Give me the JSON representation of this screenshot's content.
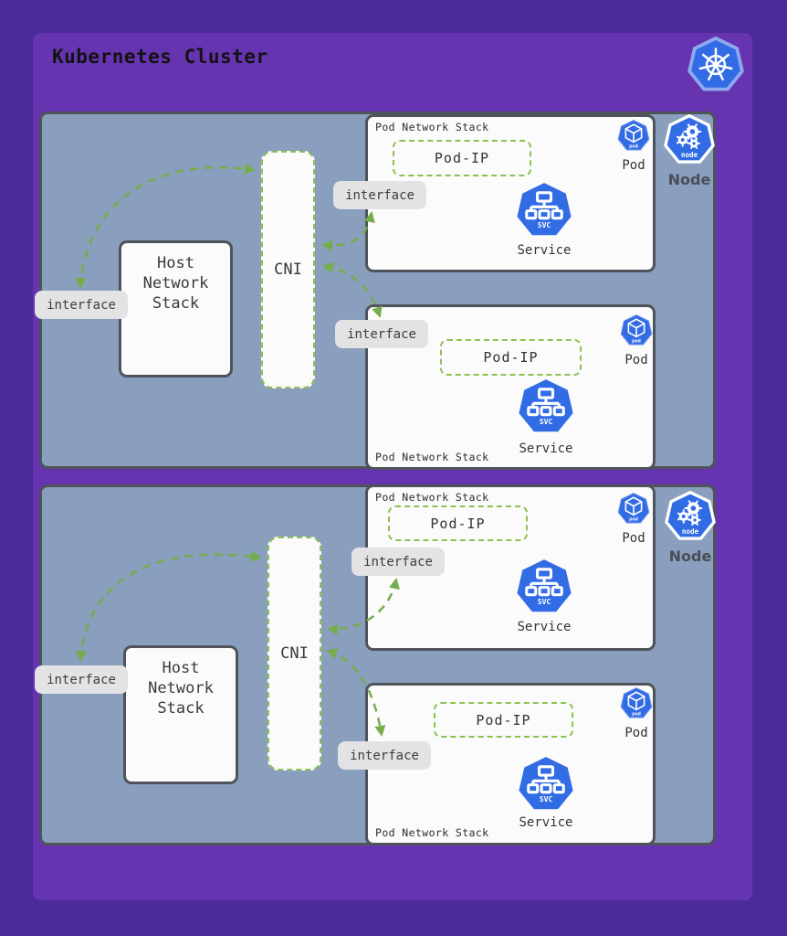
{
  "title": "Kubernetes Cluster",
  "header": {
    "logo_icon": "kubernetes-helm-wheel-icon"
  },
  "colors": {
    "background": "#4A2B98",
    "panel": "#6634B1",
    "node_fill": "#8A9EBE",
    "box_border": "#4F545A",
    "box_fill": "#FBFBFB",
    "arrow_green": "#76AD4B",
    "dash_green": "#8CC152",
    "interface_fill": "#E3E3E5",
    "kubernetes_blue": "#326CE5"
  },
  "nodes": [
    {
      "label": "Node",
      "node_icon_text": "node",
      "host_network_stack_label": "Host Network Stack",
      "cni_label": "CNI",
      "host_interface_label": "interface",
      "pods": [
        {
          "stack_label": "Pod Network Stack",
          "pod_ip_label": "Pod-IP",
          "interface_label": "interface",
          "pod_label": "Pod",
          "pod_icon_text": "pod",
          "service_label": "Service",
          "service_icon_text": "SVC"
        },
        {
          "stack_label": "Pod Network Stack",
          "pod_ip_label": "Pod-IP",
          "interface_label": "interface",
          "pod_label": "Pod",
          "pod_icon_text": "pod",
          "service_label": "Service",
          "service_icon_text": "SVC"
        }
      ]
    },
    {
      "label": "Node",
      "node_icon_text": "node",
      "host_network_stack_label": "Host Network Stack",
      "cni_label": "CNI",
      "host_interface_label": "interface",
      "pods": [
        {
          "stack_label": "Pod Network Stack",
          "pod_ip_label": "Pod-IP",
          "interface_label": "interface",
          "pod_label": "Pod",
          "pod_icon_text": "pod",
          "service_label": "Service",
          "service_icon_text": "SVC"
        },
        {
          "stack_label": "Pod Network Stack",
          "pod_ip_label": "Pod-IP",
          "interface_label": "interface",
          "pod_label": "Pod",
          "pod_icon_text": "pod",
          "service_label": "Service",
          "service_icon_text": "SVC"
        }
      ]
    }
  ]
}
